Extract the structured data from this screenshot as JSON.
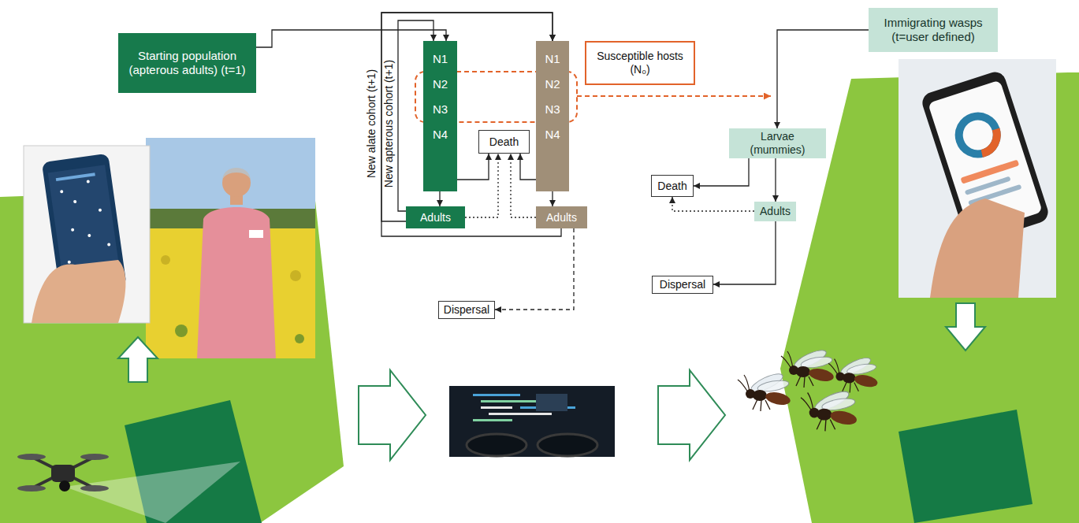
{
  "diagram": {
    "nodes": [
      {
        "text": [
          "Starting population (apterous adults) (t=1)"
        ]
      },
      {
        "text": [
          "N1",
          "N2",
          "N3",
          "N4"
        ]
      },
      {
        "text": [
          "Death"
        ]
      },
      {
        "text": [
          "N1",
          "N2",
          "N3",
          "N4"
        ]
      },
      {
        "text": [
          "Susceptible hosts (N₀)"
        ]
      },
      {
        "text": [
          "Immigrating wasps (t=user defined)"
        ]
      },
      {
        "text": [
          "Adults"
        ]
      },
      {
        "text": [
          "Adults"
        ]
      },
      {
        "text": [
          "Larvae (mummies)"
        ]
      },
      {
        "text": [
          "Death"
        ]
      },
      {
        "text": [
          "Adults"
        ]
      },
      {
        "text": [
          "Dispersal"
        ]
      },
      {
        "text": [
          "Dispersal"
        ]
      }
    ],
    "edges": [
      {
        "from": 0,
        "to": 1,
        "arrow": "to"
      },
      {
        "from": 6,
        "to": 1,
        "arrow": "to",
        "label": "New apterous cohort (t+1)"
      },
      {
        "from": 6,
        "to": 3,
        "arrow": "to",
        "label": "New alate cohort (t+1)"
      },
      {
        "from": 7,
        "to": 3,
        "arrow": "to"
      },
      {
        "from": 1,
        "to": 6,
        "arrow": "to"
      },
      {
        "from": 3,
        "to": 7,
        "arrow": "to"
      },
      {
        "from": 1,
        "to": 2,
        "arrow": "to"
      },
      {
        "from": 3,
        "to": 2,
        "arrow": "to"
      },
      {
        "from": 6,
        "to": 2,
        "arrow": "to"
      },
      {
        "from": 7,
        "to": 2,
        "arrow": "to"
      },
      {
        "from": 7,
        "to": 11,
        "arrow": "to"
      },
      {
        "from": 5,
        "to": 8,
        "arrow": "to"
      },
      {
        "from": 8,
        "to": 10,
        "arrow": "to"
      },
      {
        "from": 8,
        "to": 9,
        "arrow": "to"
      },
      {
        "from": 10,
        "to": 9,
        "arrow": "to"
      },
      {
        "from": 10,
        "to": 12,
        "arrow": "to"
      }
    ]
  }
}
